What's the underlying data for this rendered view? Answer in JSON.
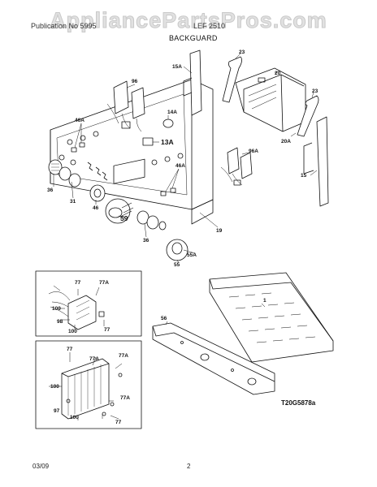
{
  "watermark": "AppliancePartsPros.com",
  "header": {
    "left": "Publication No 5995",
    "right": "LEF 2510",
    "section": "BACKGUARD"
  },
  "labels": {
    "l96": "96",
    "l14A": "14A",
    "l13A": "13A",
    "l46A_left": "46A",
    "l46A_mid": "46A",
    "l36_left": "36",
    "l31": "31",
    "l46": "46",
    "l59": "59",
    "l36_mid": "36",
    "l55": "55",
    "l55A": "55A",
    "l19": "19",
    "l15A": "15A",
    "l23_top": "23",
    "l20": "20",
    "l23_right": "23",
    "l20A": "20A",
    "l96A": "96A",
    "l15": "15",
    "l77_a": "77",
    "l77A_a": "77A",
    "l100_a": "100",
    "l98": "98",
    "l100_b": "100",
    "l77_b": "77",
    "l1": "1",
    "l56": "56",
    "l77_c": "77",
    "l77A_b": "77A",
    "l77A_c": "77A",
    "l100_c": "100",
    "l97": "97",
    "l77A_d": "77A",
    "l100_d": "100",
    "l77_d": "77"
  },
  "diagram_code": "T20G5878a",
  "footer": {
    "date": "03/09",
    "page": "2"
  }
}
